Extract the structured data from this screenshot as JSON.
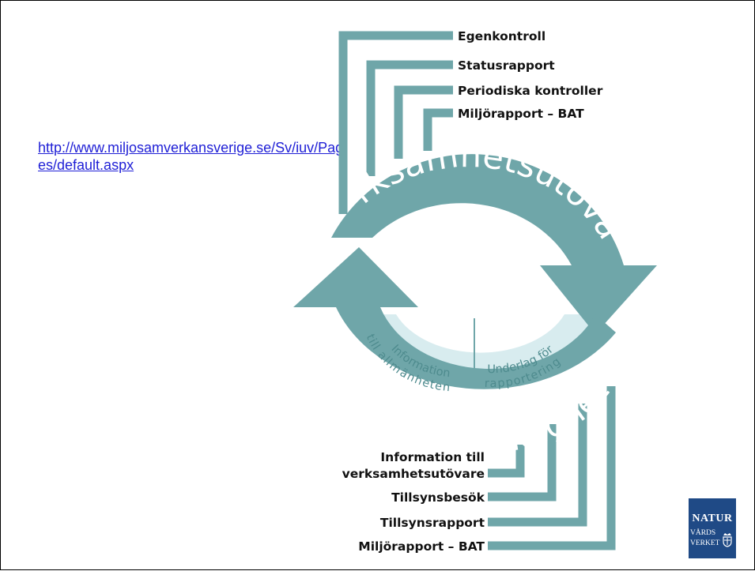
{
  "link": {
    "text": "http://www.miljosamverkansverige.se/Sv/iuv/Pages/default.aspx"
  },
  "diagram": {
    "top_arc_label": "Verksamhetsutövare",
    "bottom_arc_label": "Tillsynsmyndighet",
    "inner_left": [
      "Information",
      "till allmänheten"
    ],
    "inner_right": [
      "Underlag för",
      "rapportering"
    ],
    "top_items": [
      "Egenkontroll",
      "Statusrapport",
      "Periodiska kontroller",
      "Miljörapport – BAT"
    ],
    "bottom_items": [
      "Information till",
      "verksamhetsutövare",
      "Tillsynsbesök",
      "Tillsynsrapport",
      "Miljörapport – BAT"
    ],
    "colors": {
      "teal": "#6fa6a9",
      "light": "#d8ecef",
      "text_dark": "#111111"
    }
  },
  "logo": {
    "line1": "NATUR",
    "line2": "VÅRDS",
    "line3": "VERKET"
  }
}
